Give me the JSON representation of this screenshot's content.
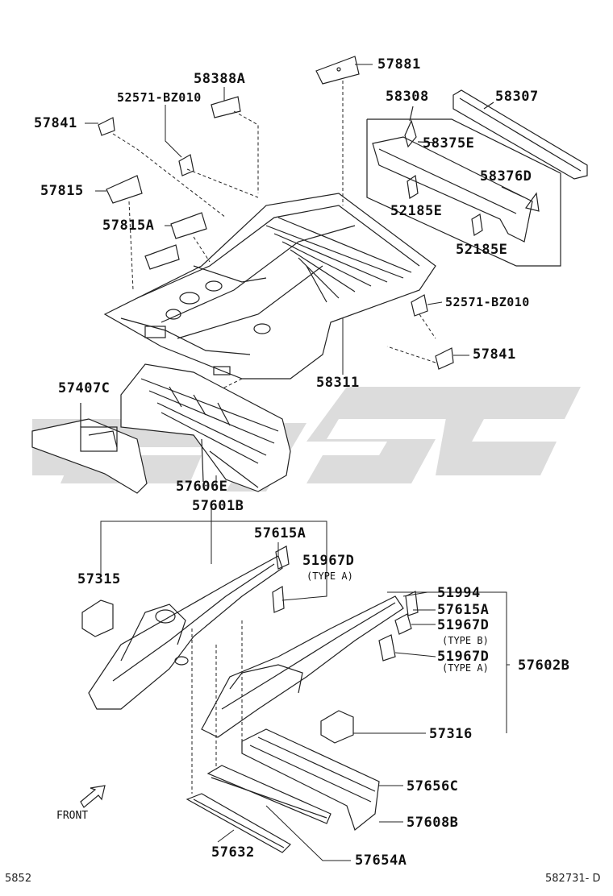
{
  "labels": {
    "l57881": "57881",
    "l58388A": "58388A",
    "l52571a": "52571-BZ010",
    "l57841a": "57841",
    "l58308": "58308",
    "l58307": "58307",
    "l58375E": "58375E",
    "l57815": "57815",
    "l58376D": "58376D",
    "l52185Ea": "52185E",
    "l57815A": "57815A",
    "l52185Eb": "52185E",
    "l52571b": "52571-BZ010",
    "l57841b": "57841",
    "l58311": "58311",
    "l57407C": "57407C",
    "l57606E": "57606E",
    "l57601B": "57601B",
    "l57615Aa": "57615A",
    "l51967Da": "51967D",
    "typeA1": "(TYPE A)",
    "l57315": "57315",
    "l51994": "51994",
    "l57615Ab": "57615A",
    "l51967Db": "51967D",
    "typeB": "(TYPE B)",
    "l51967Dc": "51967D",
    "typeA2": "(TYPE A)",
    "l57602B": "57602B",
    "l57316": "57316",
    "l57656C": "57656C",
    "l57608B": "57608B",
    "l57632": "57632",
    "l57654A": "57654A",
    "front": "FRONT"
  },
  "footer": {
    "left": "5852",
    "right": "582731- D"
  },
  "icons": [
    "front-arrow-icon",
    "watermark-logo"
  ]
}
